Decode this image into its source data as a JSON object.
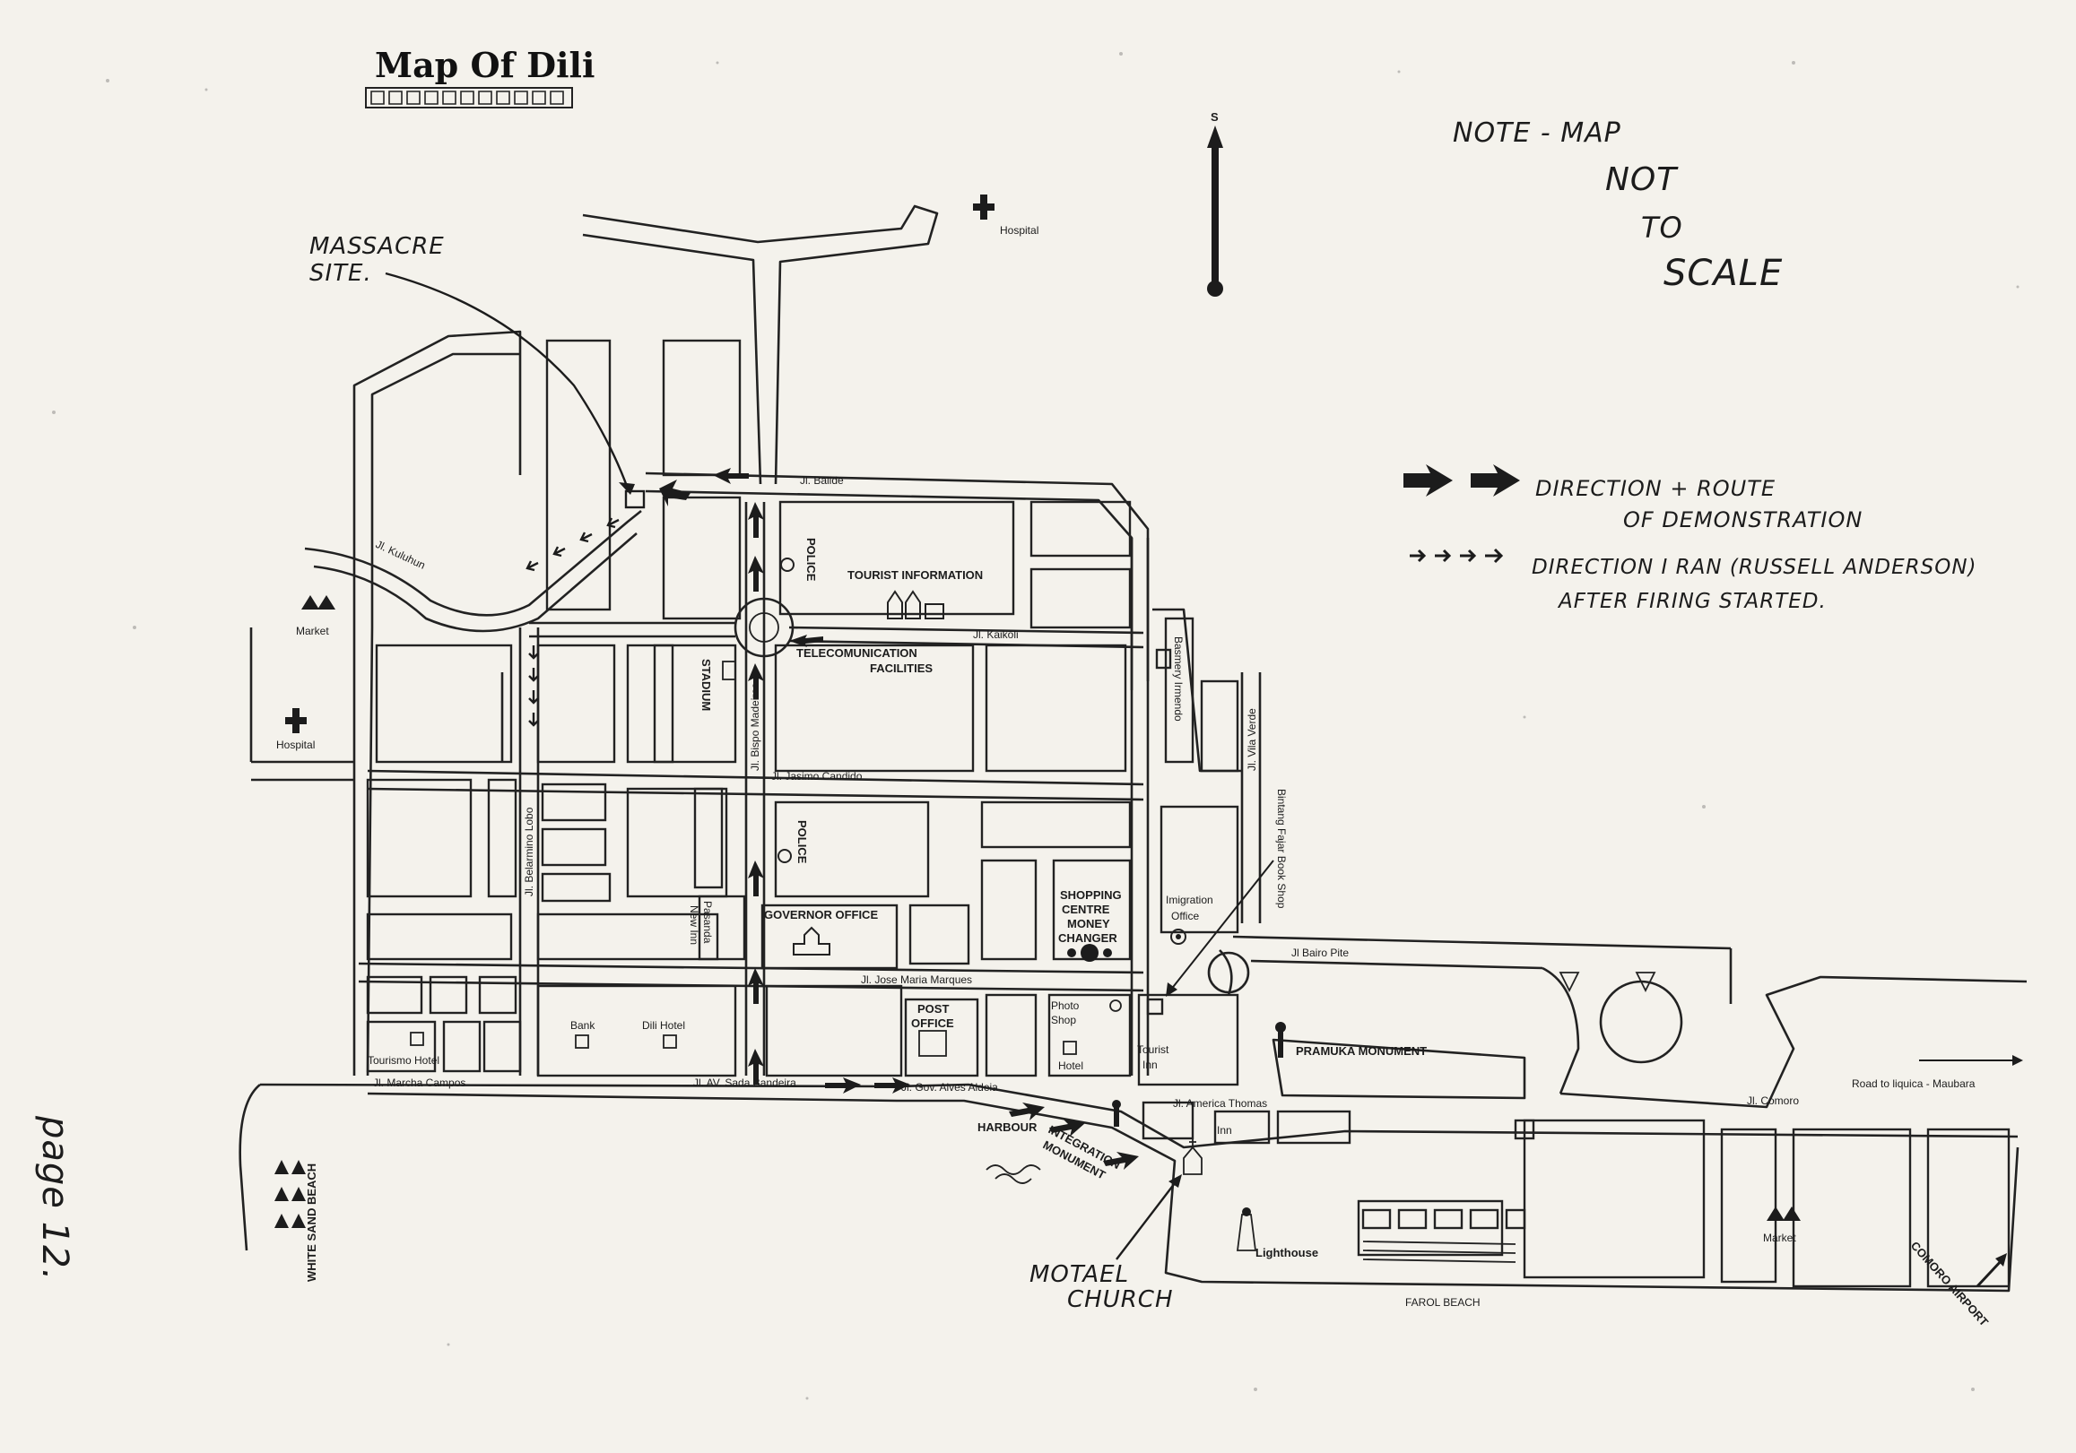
{
  "map": {
    "title": "Map Of Dili",
    "north_label": "S",
    "note": [
      "NOTE - MAP",
      "NOT",
      "TO",
      "SCALE"
    ],
    "legend": {
      "demo_line1": "DIRECTION + ROUTE",
      "demo_line2": "OF DEMONSTRATION",
      "ran_line1": "DIRECTION I RAN (RUSSELL ANDERSON)",
      "ran_line2": "AFTER FIRING STARTED."
    },
    "annotations": {
      "massacre_line1": "MASSACRE",
      "massacre_line2": "SITE.",
      "church_line1": "MOTAEL",
      "church_line2": "CHURCH",
      "page": "page 12."
    },
    "streets": {
      "balide": "Jl. Balide",
      "kuluhun": "Jl. Kuluhun",
      "kaikoli": "Jl. Kaikoli",
      "jasimo": "Jl. Jasimo Candido",
      "bispo": "Jl. Bispo Madeiros",
      "belarmino": "Jl. Belarmino Lobo",
      "jose_maria": "Jl. Jose Maria Marques",
      "sada_bandeira": "Jl. AV. Sada Bandeira",
      "gov_alves": "Jl. Gov. Alves Aldeia",
      "marcha_campos": "Jl. Marcha Campos",
      "america_thomas": "Jl. America Thomas",
      "bairo_pite": "Jl Bairo Pite",
      "vila_verde": "Jl. Vila Verde",
      "comoro": "Jl. Comoro",
      "road_to_liquica": "Road to liquica - Maubara"
    },
    "places": {
      "hospital_top": "Hospital",
      "hospital_left": "Hospital",
      "market_left": "Market",
      "police_top": "POLICE",
      "police_mid": "POLICE",
      "tourist_info": "TOURIST INFORMATION",
      "telecom_line1": "TELECOMUNICATION",
      "telecom_line2": "FACILITIES",
      "stadium": "STADIUM",
      "basmery": "Basmery Irmendo",
      "bookshop": "Bintang Fajar Book Shop",
      "pasanda_line1": "Pasanda",
      "pasanda_line2": "New Inn",
      "governor_office": "GOVERNOR OFFICE",
      "shopping_line1": "SHOPPING",
      "shopping_line2": "CENTRE",
      "shopping_line3": "MONEY",
      "shopping_line4": "CHANGER",
      "imigration_line1": "Imigration",
      "imigration_line2": "Office",
      "bank": "Bank",
      "dili_hotel": "Dili Hotel",
      "tourismo_hotel": "Tourismo Hotel",
      "post_line1": "POST",
      "post_line2": "OFFICE",
      "photo_line1": "Photo",
      "photo_line2": "Shop",
      "hotel": "Hotel",
      "tourist_inn_line1": "Tourist",
      "tourist_inn_line2": "Inn",
      "pramuka": "PRAMUKA MONUMENT",
      "harbour": "HARBOUR",
      "integration_line1": "INTEGRATION",
      "integration_line2": "MONUMENT",
      "inn": "Inn",
      "lighthouse": "Lighthouse",
      "farol_beach": "FAROL BEACH",
      "white_sand_beach": "WHITE SAND BEACH",
      "market_right": "Market",
      "comoro_airport": "COMORO AIRPORT"
    }
  }
}
